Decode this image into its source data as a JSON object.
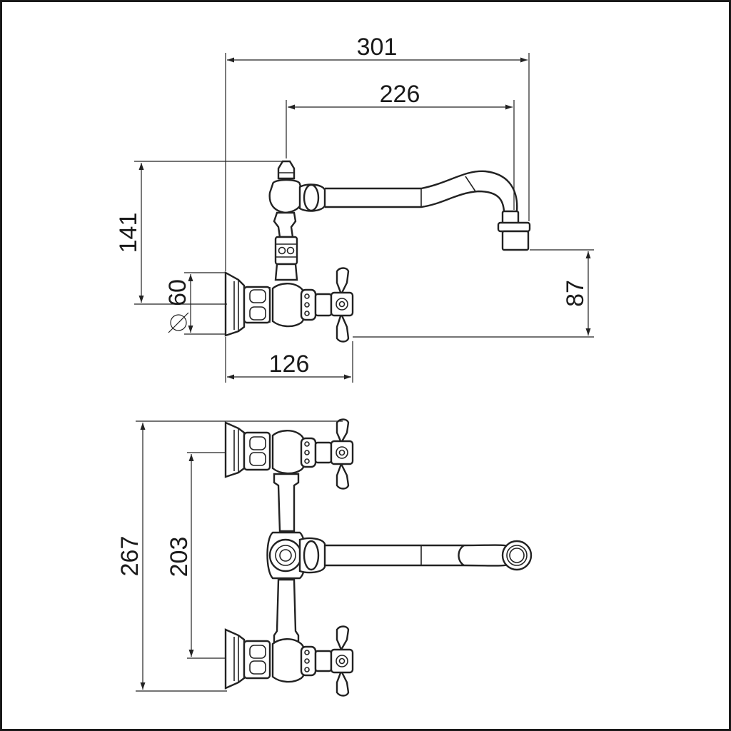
{
  "drawing": {
    "border_color": "#1a1a1a",
    "line_color": "#222222",
    "dimensions": {
      "overall_reach": "301",
      "spout_reach": "226",
      "total_height": "141",
      "wall_plate_diameter": "60",
      "diameter_symbol": "Ø",
      "spout_height": "87",
      "projection": "126",
      "overall_width": "267",
      "centers": "203"
    }
  }
}
